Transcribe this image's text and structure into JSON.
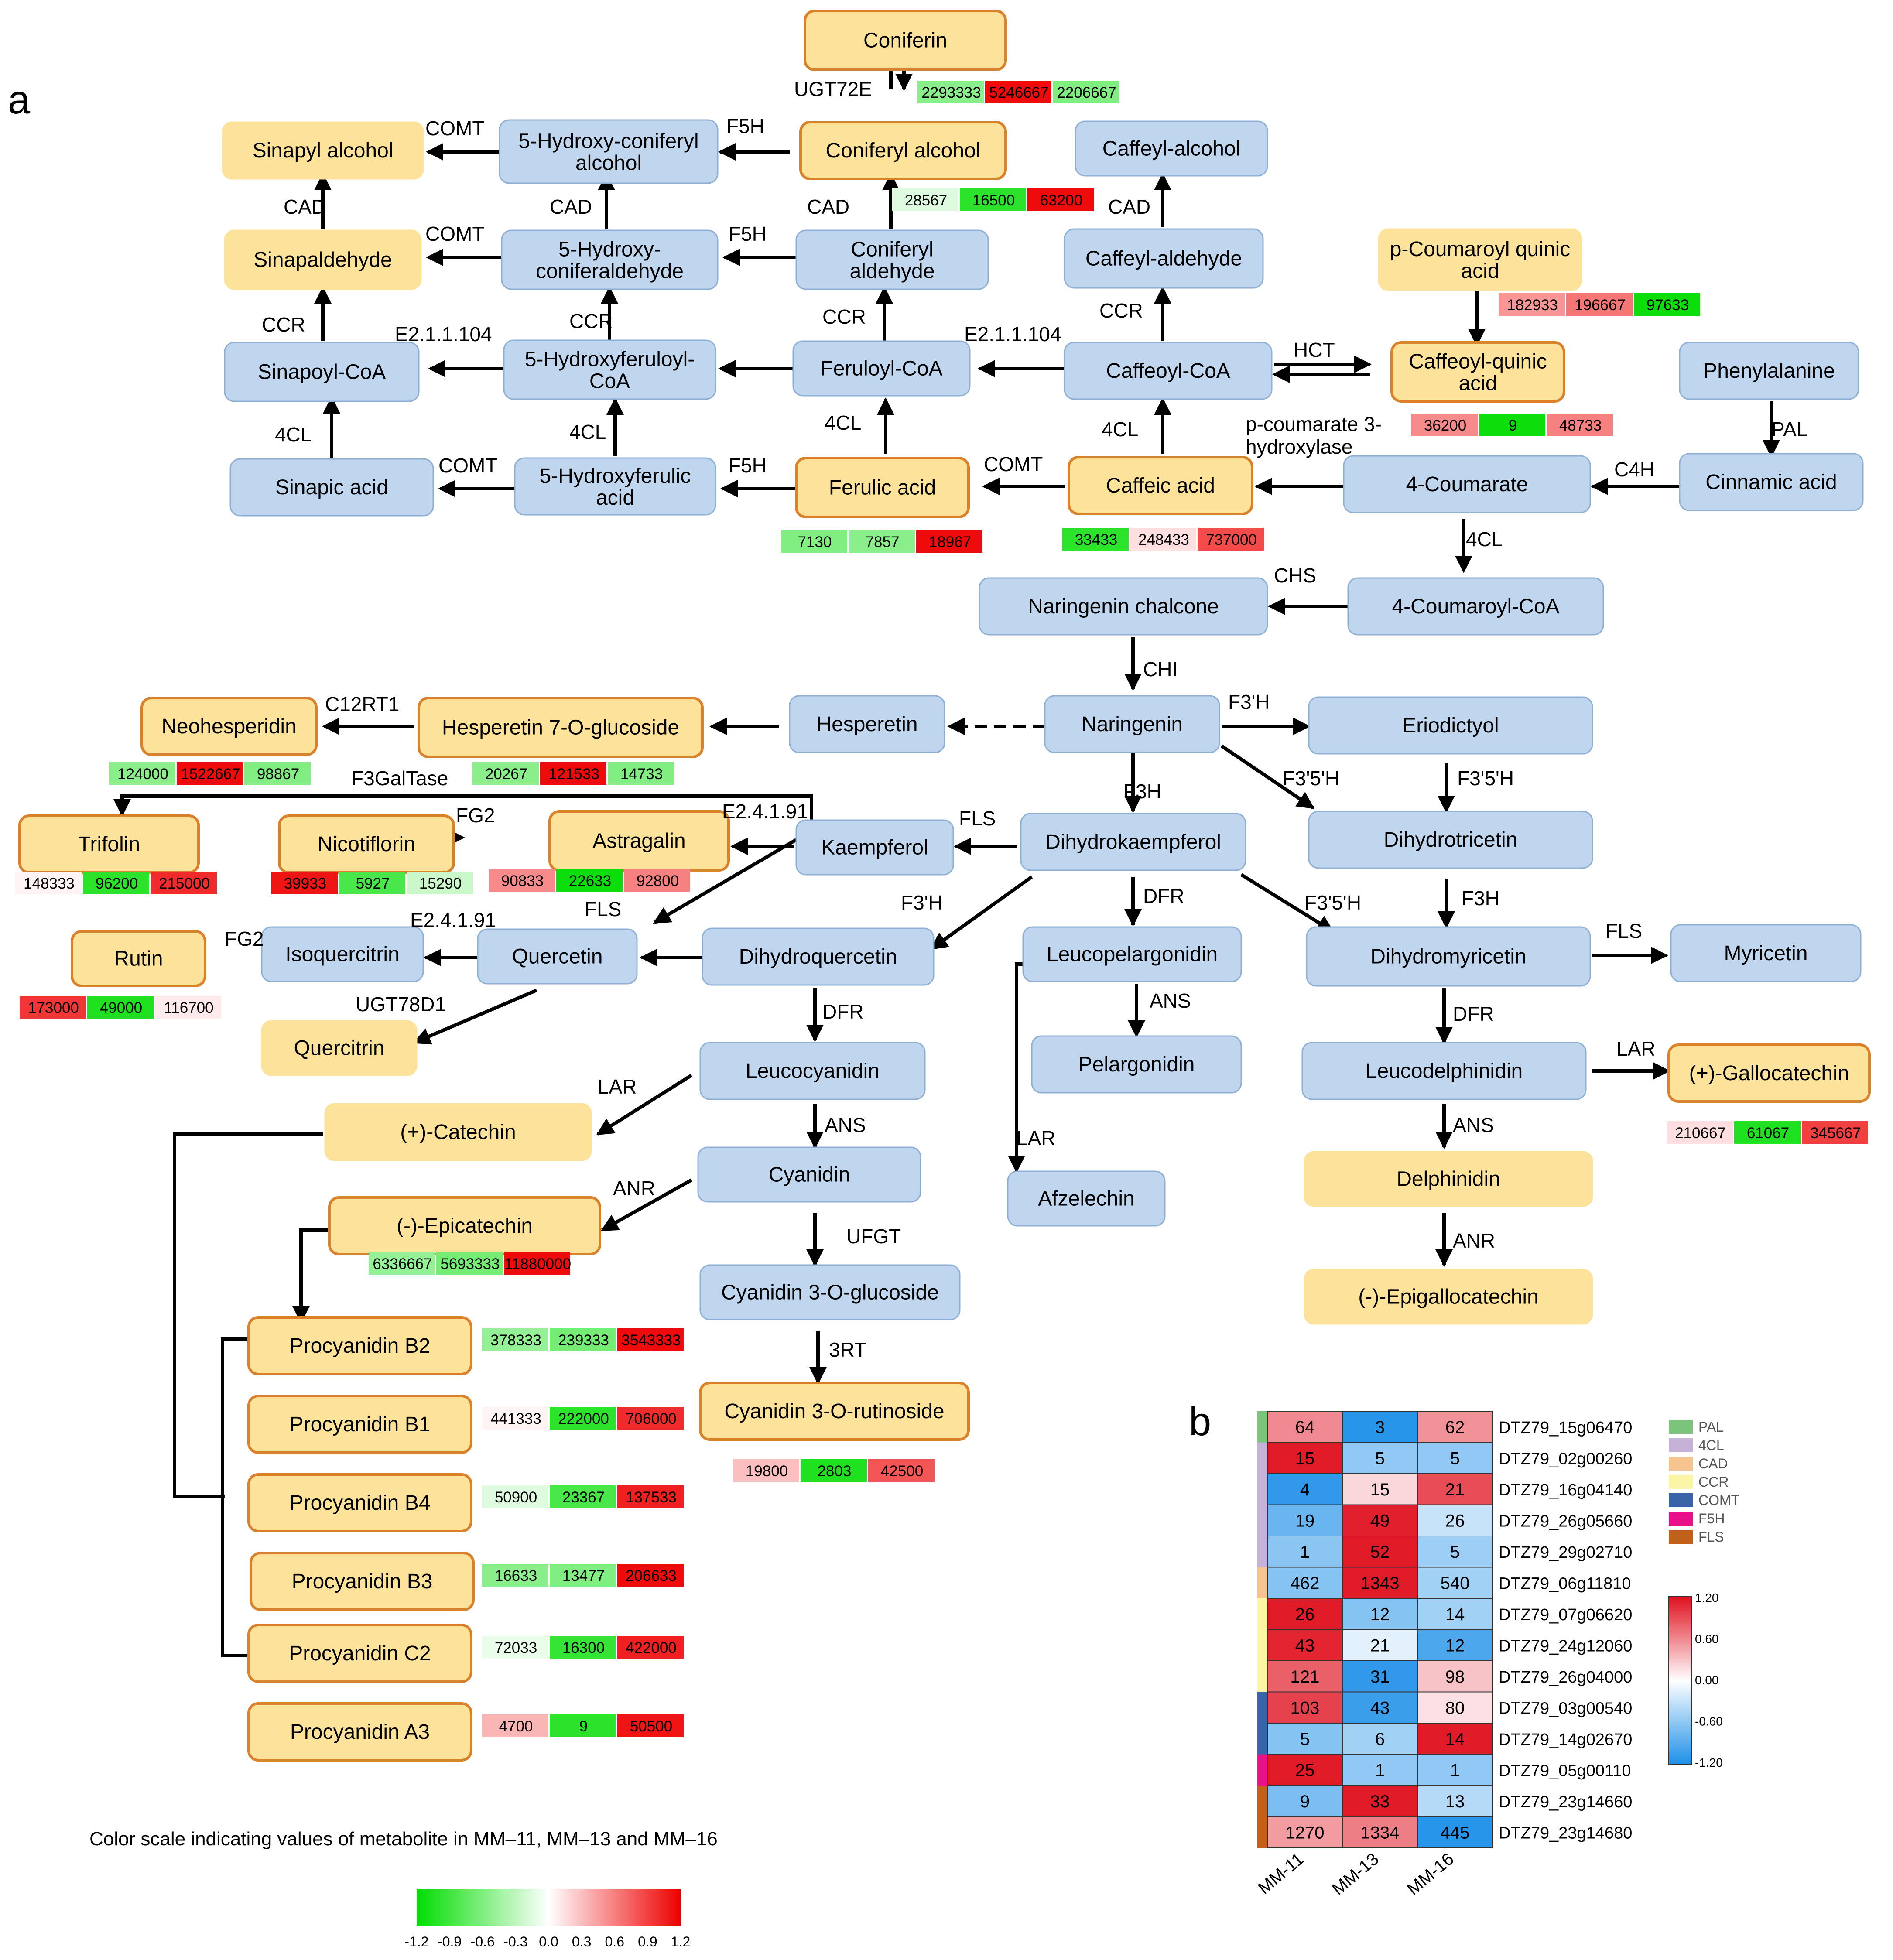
{
  "panel_a_label": "a",
  "panel_b_label": "b",
  "colors": {
    "blue_node_fill": "#bfd6ee",
    "blue_node_stroke": "#8fb0d4",
    "yellow_node_fill": "#fde39a",
    "yellow_node_stroke": "#d9822b",
    "green_low": "#00dd00",
    "white_mid": "#ffffff",
    "red_high": "#ee0000",
    "heat_blue": "#1e90e8",
    "heat_red": "#e0101e"
  },
  "nodes": [
    {
      "id": "coniferin",
      "label": "Coniferin",
      "style": "yellow-o"
    },
    {
      "id": "sinapyl_alcohol",
      "label": "Sinapyl alcohol",
      "style": "yellow"
    },
    {
      "id": "hydroxy_coniferyl_alcohol",
      "label": "5-Hydroxy-coniferyl alcohol",
      "style": "blue"
    },
    {
      "id": "coniferyl_alcohol",
      "label": "Coniferyl alcohol",
      "style": "yellow-o"
    },
    {
      "id": "caffeyl_alcohol",
      "label": "Caffeyl-alcohol",
      "style": "blue"
    },
    {
      "id": "sinapaldehyde",
      "label": "Sinapaldehyde",
      "style": "yellow"
    },
    {
      "id": "hydroxy_coniferaldehyde",
      "label": "5-Hydroxy- coniferaldehyde",
      "style": "blue"
    },
    {
      "id": "coniferyl_aldehyde",
      "label": "Coniferyl aldehyde",
      "style": "blue"
    },
    {
      "id": "caffeyl_aldehyde",
      "label": "Caffeyl-aldehyde",
      "style": "blue"
    },
    {
      "id": "p_coumaroyl_quinic",
      "label": "p-Coumaroyl quinic acid",
      "style": "yellow"
    },
    {
      "id": "sinapoyl_coa",
      "label": "Sinapoyl-CoA",
      "style": "blue"
    },
    {
      "id": "hydroxyferuloyl_coa",
      "label": "5-Hydroxyferuloyl- CoA",
      "style": "blue"
    },
    {
      "id": "feruloyl_coa",
      "label": "Feruloyl-CoA",
      "style": "blue"
    },
    {
      "id": "caffeoyl_coa",
      "label": "Caffeoyl-CoA",
      "style": "blue"
    },
    {
      "id": "caffeoyl_quinic",
      "label": "Caffeoyl-quinic acid",
      "style": "yellow-o"
    },
    {
      "id": "phenylalanine",
      "label": "Phenylalanine",
      "style": "blue"
    },
    {
      "id": "sinapic_acid",
      "label": "Sinapic acid",
      "style": "blue"
    },
    {
      "id": "hydroxyferulic_acid",
      "label": "5-Hydroxyferulic acid",
      "style": "blue"
    },
    {
      "id": "ferulic_acid",
      "label": "Ferulic acid",
      "style": "yellow-o"
    },
    {
      "id": "caffeic_acid",
      "label": "Caffeic acid",
      "style": "yellow-o"
    },
    {
      "id": "coumarate",
      "label": "4-Coumarate",
      "style": "blue"
    },
    {
      "id": "cinnamic_acid",
      "label": "Cinnamic acid",
      "style": "blue"
    },
    {
      "id": "naringenin_chalcone",
      "label": "Naringenin chalcone",
      "style": "blue"
    },
    {
      "id": "coumaroyl_coa",
      "label": "4-Coumaroyl-CoA",
      "style": "blue"
    },
    {
      "id": "neohesperidin",
      "label": "Neohesperidin",
      "style": "yellow-o"
    },
    {
      "id": "hesperetin_glucoside",
      "label": "Hesperetin 7-O-glucoside",
      "style": "yellow-o"
    },
    {
      "id": "hesperetin",
      "label": "Hesperetin",
      "style": "blue"
    },
    {
      "id": "naringenin",
      "label": "Naringenin",
      "style": "blue"
    },
    {
      "id": "eriodictyol",
      "label": "Eriodictyol",
      "style": "blue"
    },
    {
      "id": "trifolin",
      "label": "Trifolin",
      "style": "yellow-o"
    },
    {
      "id": "nicotiflorin",
      "label": "Nicotiflorin",
      "style": "yellow-o"
    },
    {
      "id": "astragalin",
      "label": "Astragalin",
      "style": "yellow-o"
    },
    {
      "id": "kaempferol",
      "label": "Kaempferol",
      "style": "blue"
    },
    {
      "id": "dihydrokaempferol",
      "label": "Dihydrokaempferol",
      "style": "blue"
    },
    {
      "id": "dihydrotricetin",
      "label": "Dihydrotricetin",
      "style": "blue"
    },
    {
      "id": "rutin",
      "label": "Rutin",
      "style": "yellow-o"
    },
    {
      "id": "isoquercitrin",
      "label": "Isoquercitrin",
      "style": "blue"
    },
    {
      "id": "quercetin",
      "label": "Quercetin",
      "style": "blue"
    },
    {
      "id": "dihydroquercetin",
      "label": "Dihydroquercetin",
      "style": "blue"
    },
    {
      "id": "leucopelargonidin",
      "label": "Leucopelargonidin",
      "style": "blue"
    },
    {
      "id": "dihydromyricetin",
      "label": "Dihydromyricetin",
      "style": "blue"
    },
    {
      "id": "myricetin",
      "label": "Myricetin",
      "style": "blue"
    },
    {
      "id": "quercitrin",
      "label": "Quercitrin",
      "style": "yellow"
    },
    {
      "id": "pelargonidin",
      "label": "Pelargonidin",
      "style": "blue"
    },
    {
      "id": "leucocyanidin",
      "label": "Leucocyanidin",
      "style": "blue"
    },
    {
      "id": "leucodelphinidin",
      "label": "Leucodelphinidin",
      "style": "blue"
    },
    {
      "id": "gallocatechin",
      "label": "(+)-Gallocatechin",
      "style": "yellow-o"
    },
    {
      "id": "catechin",
      "label": "(+)-Catechin",
      "style": "yellow"
    },
    {
      "id": "cyanidin",
      "label": "Cyanidin",
      "style": "blue"
    },
    {
      "id": "afzelechin",
      "label": "Afzelechin",
      "style": "blue"
    },
    {
      "id": "delphinidin",
      "label": "Delphinidin",
      "style": "yellow"
    },
    {
      "id": "epicatechin",
      "label": "(-)-Epicatechin",
      "style": "yellow-o"
    },
    {
      "id": "cyanidin_glucoside",
      "label": "Cyanidin 3-O-glucoside",
      "style": "blue"
    },
    {
      "id": "epigallocatechin",
      "label": "(-)-Epigallocatechin",
      "style": "yellow"
    },
    {
      "id": "procyanidin_b2",
      "label": "Procyanidin B2",
      "style": "yellow-o"
    },
    {
      "id": "cyanidin_rutinoside",
      "label": "Cyanidin 3-O-rutinoside",
      "style": "yellow-o"
    },
    {
      "id": "procyanidin_b1",
      "label": "Procyanidin B1",
      "style": "yellow-o"
    },
    {
      "id": "procyanidin_b4",
      "label": "Procyanidin B4",
      "style": "yellow-o"
    },
    {
      "id": "procyanidin_b3",
      "label": "Procyanidin B3",
      "style": "yellow-o"
    },
    {
      "id": "procyanidin_c2",
      "label": "Procyanidin C2",
      "style": "yellow-o"
    },
    {
      "id": "procyanidin_a3",
      "label": "Procyanidin A3",
      "style": "yellow-o"
    }
  ],
  "enzymes": [
    "UGT72E",
    "COMT",
    "F5H",
    "CAD",
    "CAD",
    "CAD",
    "CAD",
    "COMT",
    "F5H",
    "CCR",
    "CCR",
    "CCR",
    "CCR",
    "E2.1.1.104",
    "E2.1.1.104",
    "HCT",
    "4CL",
    "4CL",
    "4CL",
    "4CL",
    "p-coumarate 3- hydroxylase",
    "PAL",
    "COMT",
    "F5H",
    "COMT",
    "C4H",
    "4CL",
    "CHS",
    "CHI",
    "C12RT1",
    "F3'H",
    "F3GalTase",
    "F3'5'H",
    "F3'5'H",
    "F3H",
    "FG2",
    "E2.4.1.91",
    "FLS",
    "FLS",
    "DFR",
    "F3H",
    "F3'H",
    "F3'5'H",
    "E2.4.1.91",
    "FLS",
    "FG2",
    "ANS",
    "UGT78D1",
    "DFR",
    "DFR",
    "LAR",
    "LAR",
    "ANS",
    "ANS",
    "LAR",
    "ANR",
    "UFGT",
    "ANR",
    "3RT"
  ],
  "metabolite_values": [
    {
      "metabolite": "Coniferin",
      "values": [
        "2293333",
        "5246667",
        "2206667"
      ],
      "z": [
        -0.55,
        1.15,
        -0.6
      ]
    },
    {
      "metabolite": "Coniferyl alcohol",
      "values": [
        "28567",
        "16500",
        "63200"
      ],
      "z": [
        -0.15,
        -1.0,
        1.15
      ]
    },
    {
      "metabolite": "p-Coumaroyl quinic acid",
      "values": [
        "182933",
        "196667",
        "97633"
      ],
      "z": [
        0.5,
        0.65,
        -1.15
      ]
    },
    {
      "metabolite": "Caffeoyl-quinic acid",
      "values": [
        "36200",
        "9",
        "48733"
      ],
      "z": [
        0.55,
        -1.15,
        0.6
      ]
    },
    {
      "metabolite": "Ferulic acid",
      "values": [
        "7130",
        "7857",
        "18967"
      ],
      "z": [
        -0.6,
        -0.55,
        1.15
      ]
    },
    {
      "metabolite": "Caffeic acid",
      "values": [
        "33433",
        "248433",
        "737000"
      ],
      "z": [
        -1.0,
        0.15,
        0.85
      ]
    },
    {
      "metabolite": "Neohesperidin",
      "values": [
        "124000",
        "1522667",
        "98867"
      ],
      "z": [
        -0.55,
        1.15,
        -0.6
      ]
    },
    {
      "metabolite": "Hesperetin 7-O-glucoside",
      "values": [
        "20267",
        "121533",
        "14733"
      ],
      "z": [
        -0.55,
        1.15,
        -0.6
      ]
    },
    {
      "metabolite": "Trifolin",
      "values": [
        "148333",
        "96200",
        "215000"
      ],
      "z": [
        0.05,
        -1.0,
        1.0
      ]
    },
    {
      "metabolite": "Nicotiflorin",
      "values": [
        "39933",
        "5927",
        "15290"
      ],
      "z": [
        1.1,
        -0.85,
        -0.25
      ]
    },
    {
      "metabolite": "Astragalin",
      "values": [
        "90833",
        "22633",
        "92800"
      ],
      "z": [
        0.55,
        -1.15,
        0.6
      ]
    },
    {
      "metabolite": "Rutin",
      "values": [
        "173000",
        "49000",
        "116700"
      ],
      "z": [
        0.95,
        -1.05,
        0.1
      ]
    },
    {
      "metabolite": "(+)-Gallocatechin",
      "values": [
        "210667",
        "61067",
        "345667"
      ],
      "z": [
        0.15,
        -1.05,
        0.9
      ]
    },
    {
      "metabolite": "(-)-Epicatechin",
      "values": [
        "6336667",
        "5693333",
        "11880000"
      ],
      "z": [
        -0.5,
        -0.65,
        1.15
      ]
    },
    {
      "metabolite": "Procyanidin B2",
      "values": [
        "378333",
        "239333",
        "3543333"
      ],
      "z": [
        -0.5,
        -0.65,
        1.15
      ]
    },
    {
      "metabolite": "Procyanidin B1",
      "values": [
        "441333",
        "222000",
        "706000"
      ],
      "z": [
        0.05,
        -1.0,
        1.0
      ]
    },
    {
      "metabolite": "Procyanidin B4",
      "values": [
        "50900",
        "23367",
        "137533"
      ],
      "z": [
        -0.15,
        -0.85,
        1.05
      ]
    },
    {
      "metabolite": "Procyanidin B3",
      "values": [
        "16633",
        "13477",
        "206633"
      ],
      "z": [
        -0.55,
        -0.6,
        1.15
      ]
    },
    {
      "metabolite": "Procyanidin C2",
      "values": [
        "72033",
        "16300",
        "422000"
      ],
      "z": [
        -0.1,
        -0.95,
        1.05
      ]
    },
    {
      "metabolite": "Procyanidin A3",
      "values": [
        "4700",
        "9",
        "50500"
      ],
      "z": [
        0.35,
        -1.0,
        1.1
      ]
    },
    {
      "metabolite": "Cyanidin 3-O-rutinoside",
      "values": [
        "19800",
        "2803",
        "42500"
      ],
      "z": [
        0.3,
        -1.05,
        0.8
      ]
    }
  ],
  "legend": {
    "caption": "Color scale indicating values of metabolite in MM‒11, MM‒13 and MM‒16",
    "ticks": [
      "-1.2",
      "-0.9",
      "-0.6",
      "-0.3",
      "0.0",
      "0.3",
      "0.6",
      "0.9",
      "1.2"
    ]
  },
  "heatmap": {
    "type": "heatmap",
    "columns": [
      "MM-11",
      "MM-13",
      "MM-16"
    ],
    "rows": [
      {
        "gene": "DTZ79_15g06470",
        "group": "PAL",
        "values": [
          64,
          3,
          62
        ],
        "z": [
          0.6,
          -1.15,
          0.55
        ]
      },
      {
        "gene": "DTZ79_02g00260",
        "group": "4CL",
        "values": [
          15,
          5,
          5
        ],
        "z": [
          1.15,
          -0.58,
          -0.58
        ]
      },
      {
        "gene": "DTZ79_16g04140",
        "group": "4CL",
        "values": [
          4,
          15,
          21
        ],
        "z": [
          -1.1,
          0.2,
          0.9
        ]
      },
      {
        "gene": "DTZ79_26g05660",
        "group": "4CL",
        "values": [
          19,
          49,
          26
        ],
        "z": [
          -0.8,
          1.12,
          -0.3
        ]
      },
      {
        "gene": "DTZ79_29g02710",
        "group": "4CL",
        "values": [
          1,
          52,
          5
        ],
        "z": [
          -0.62,
          1.15,
          -0.53
        ]
      },
      {
        "gene": "DTZ79_06g11810",
        "group": "CAD",
        "values": [
          462,
          1343,
          540
        ],
        "z": [
          -0.65,
          1.15,
          -0.5
        ]
      },
      {
        "gene": "DTZ79_07g06620",
        "group": "CCR",
        "values": [
          26,
          12,
          14
        ],
        "z": [
          1.15,
          -0.65,
          -0.5
        ]
      },
      {
        "gene": "DTZ79_24g12060",
        "group": "CCR",
        "values": [
          43,
          21,
          12
        ],
        "z": [
          1.1,
          -0.15,
          -0.95
        ]
      },
      {
        "gene": "DTZ79_26g04000",
        "group": "CCR",
        "values": [
          121,
          31,
          98
        ],
        "z": [
          0.8,
          -1.1,
          0.3
        ]
      },
      {
        "gene": "DTZ79_03g00540",
        "group": "COMT",
        "values": [
          103,
          43,
          80
        ],
        "z": [
          0.95,
          -1.05,
          0.15
        ]
      },
      {
        "gene": "DTZ79_14g02670",
        "group": "COMT",
        "values": [
          5,
          6,
          14
        ],
        "z": [
          -0.65,
          -0.5,
          1.15
        ]
      },
      {
        "gene": "DTZ79_05g00110",
        "group": "F5H",
        "values": [
          25,
          1,
          1
        ],
        "z": [
          1.15,
          -0.58,
          -0.58
        ]
      },
      {
        "gene": "DTZ79_23g14660",
        "group": "FLS",
        "values": [
          9,
          33,
          13
        ],
        "z": [
          -0.7,
          1.15,
          -0.4
        ]
      },
      {
        "gene": "DTZ79_23g14680",
        "group": "FLS",
        "values": [
          1270,
          1334,
          445
        ],
        "z": [
          0.5,
          0.65,
          -1.15
        ]
      }
    ],
    "groups": [
      {
        "name": "PAL",
        "color": "#7cc47c"
      },
      {
        "name": "4CL",
        "color": "#c6b2d8"
      },
      {
        "name": "CAD",
        "color": "#f6c48e"
      },
      {
        "name": "CCR",
        "color": "#fbf5a6"
      },
      {
        "name": "COMT",
        "color": "#3a64a8"
      },
      {
        "name": "F5H",
        "color": "#e8118a"
      },
      {
        "name": "FLS",
        "color": "#c0601a"
      }
    ],
    "scale_ticks": [
      "1.20",
      "0.60",
      "0.00",
      "-0.60",
      "-1.20"
    ]
  }
}
